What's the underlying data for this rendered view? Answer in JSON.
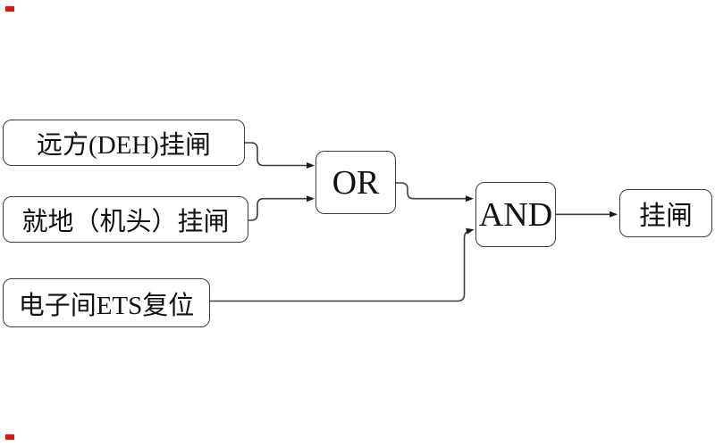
{
  "diagram_type": "logic-flow-diagram",
  "nodes": {
    "input_remote_deh": {
      "label": "远方(DEH)挂闸",
      "role": "input"
    },
    "input_local_head": {
      "label": "就地（机头）挂闸",
      "role": "input"
    },
    "input_ets_reset": {
      "label": "电子间ETS复位",
      "role": "input"
    },
    "gate_or": {
      "label": "OR",
      "role": "logic-gate"
    },
    "gate_and": {
      "label": "AND",
      "role": "logic-gate"
    },
    "output_latch": {
      "label": "挂闸",
      "role": "output"
    }
  },
  "connections": [
    {
      "from": "input_remote_deh",
      "to": "gate_or"
    },
    {
      "from": "input_local_head",
      "to": "gate_or"
    },
    {
      "from": "gate_or",
      "to": "gate_and"
    },
    {
      "from": "input_ets_reset",
      "to": "gate_and"
    },
    {
      "from": "gate_and",
      "to": "output_latch"
    }
  ],
  "colors": {
    "background": "#ffffff",
    "node_border": "#3d3d3d",
    "node_fill": "#ffffff",
    "text": "#111111",
    "connector": "#3d3d3d",
    "corner_marker": "#e51414"
  }
}
